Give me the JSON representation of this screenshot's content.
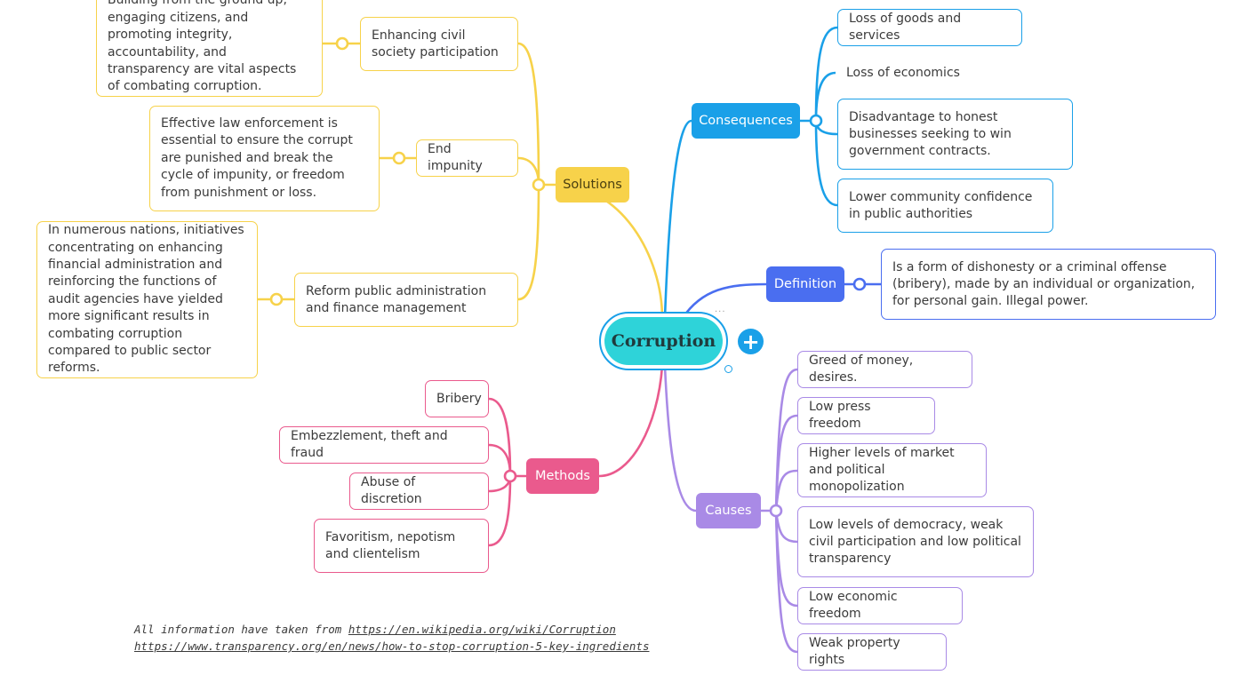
{
  "central": {
    "label": "Corruption",
    "color": "#2ed3d9",
    "border_color": "#1aa0e8"
  },
  "add_button": {
    "label": "+"
  },
  "more_menu": {
    "label": "···"
  },
  "branches": {
    "solutions": {
      "label": "Solutions",
      "color": "#f7d24a",
      "children": [
        {
          "label": "Enhancing civil society participation",
          "detail": "Building from the ground up, engaging citizens, and promoting integrity, accountability, and transparency are vital aspects of combating corruption."
        },
        {
          "label": "End impunity",
          "detail": "Effective law enforcement is essential to ensure the corrupt are punished and break the cycle of impunity, or freedom from punishment or loss."
        },
        {
          "label": "Reform public administration and finance management",
          "detail": "In numerous nations, initiatives concentrating on enhancing financial administration and reinforcing the functions of audit agencies have yielded more significant results in combating corruption compared to public sector reforms."
        }
      ]
    },
    "consequences": {
      "label": "Consequences",
      "color": "#1aa0e8",
      "children": [
        "Loss of goods and services",
        "Loss of economics",
        "Disadvantage to honest businesses seeking to win government contracts.",
        "Lower community confidence in public authorities"
      ]
    },
    "definition": {
      "label": "Definition",
      "color": "#4a6ef0",
      "text": "Is a form of dishonesty or a criminal offense (bribery), made by an individual or organization, for personal gain. Illegal power."
    },
    "methods": {
      "label": "Methods",
      "color": "#ea5a8d",
      "children": [
        "Bribery",
        "Embezzlement, theft and fraud",
        "Abuse of discretion",
        "Favoritism, nepotism and clientelism"
      ]
    },
    "causes": {
      "label": "Causes",
      "color": "#a98ae6",
      "children": [
        "Greed of money, desires.",
        "Low press freedom",
        "Higher levels of market and political monopolization",
        "Low levels of democracy, weak civil participation and low political transparency",
        "Low economic freedom",
        "Weak property rights"
      ]
    }
  },
  "footer": {
    "prefix": "All information have taken from ",
    "link1": "https://en.wikipedia.org/wiki/Corruption",
    "link2": "https://www.transparency.org/en/news/how-to-stop-corruption-5-key-ingredients"
  }
}
